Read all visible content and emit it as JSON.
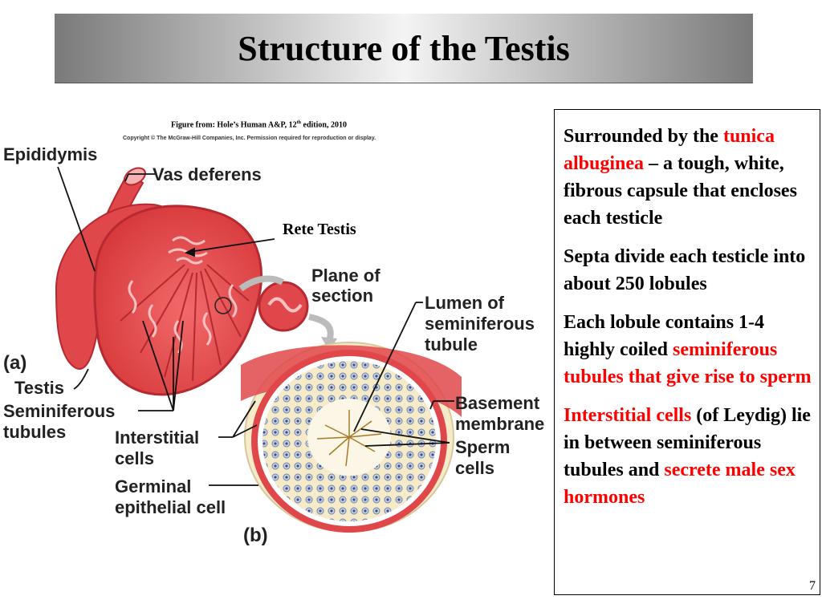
{
  "slide": {
    "title": "Structure of the Testis",
    "page_number": "7"
  },
  "figure": {
    "citation_prefix": "Figure from: Hole’s Human A&P, 12",
    "citation_sup": "th",
    "citation_suffix": " edition, 2010",
    "copyright": "Copyright © The McGraw-Hill Companies, Inc. Permission required for reproduction or display.",
    "labels": {
      "epididymis": "Epididymis",
      "vas_deferens": "Vas deferens",
      "rete_testis": "Rete Testis",
      "plane_of": "Plane of",
      "section": "section",
      "lumen_of": "Lumen of",
      "seminiferous": "seminiferous",
      "tubule": "tubule",
      "part_a": "(a)",
      "testis": "Testis",
      "seminiferous_tubules_1": "Seminiferous",
      "seminiferous_tubules_2": "tubules",
      "interstitial_1": "Interstitial",
      "interstitial_2": "cells",
      "germinal_1": "Germinal",
      "germinal_2": "epithelial cell",
      "basement_1": "Basement",
      "basement_2": "membrane",
      "sperm_1": "Sperm",
      "sperm_2": "cells",
      "part_b": "(b)"
    }
  },
  "bullets": {
    "p1_a": "Surrounded by the ",
    "p1_red": "tunica albuginea",
    "p1_b": " – a tough, white, fibrous capsule that encloses each testicle",
    "p2": "Septa divide each testicle into about 250 lobules",
    "p3_a": "Each lobule contains 1-4 highly coiled ",
    "p3_red": "seminiferous tubules that give rise to sperm",
    "p4_red1": "Interstitial cells",
    "p4_a": " (of Leydig) lie in between seminiferous tubules and ",
    "p4_red2": "secrete male sex hormones"
  },
  "colors": {
    "accent_red": "#ff0000",
    "tissue_red": "#e0474a",
    "tissue_dark": "#b52a30"
  }
}
